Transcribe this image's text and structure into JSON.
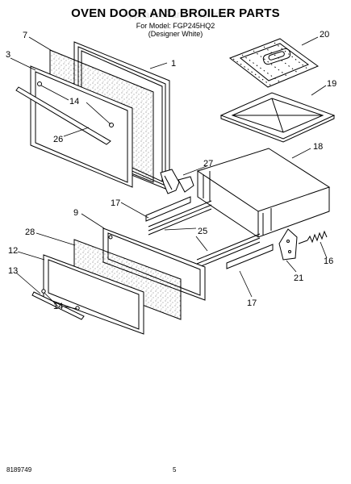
{
  "title": "OVEN DOOR AND BROILER PARTS",
  "model_line": "For Model: FGP245HQ2",
  "color_line": "(Designer White)",
  "watermark": "AppliancePartsPros.com",
  "footer_doc_number": "8189749",
  "footer_page": "5",
  "callouts": {
    "c1": "1",
    "c3": "3",
    "c7": "7",
    "c14a": "14",
    "c26": "26",
    "c27": "27",
    "c17a": "17",
    "c20": "20",
    "c19": "19",
    "c18": "18",
    "c9": "9",
    "c25": "25",
    "c28": "28",
    "c12": "12",
    "c13": "13",
    "c14b": "14",
    "c16": "16",
    "c21": "21",
    "c17b": "17"
  }
}
